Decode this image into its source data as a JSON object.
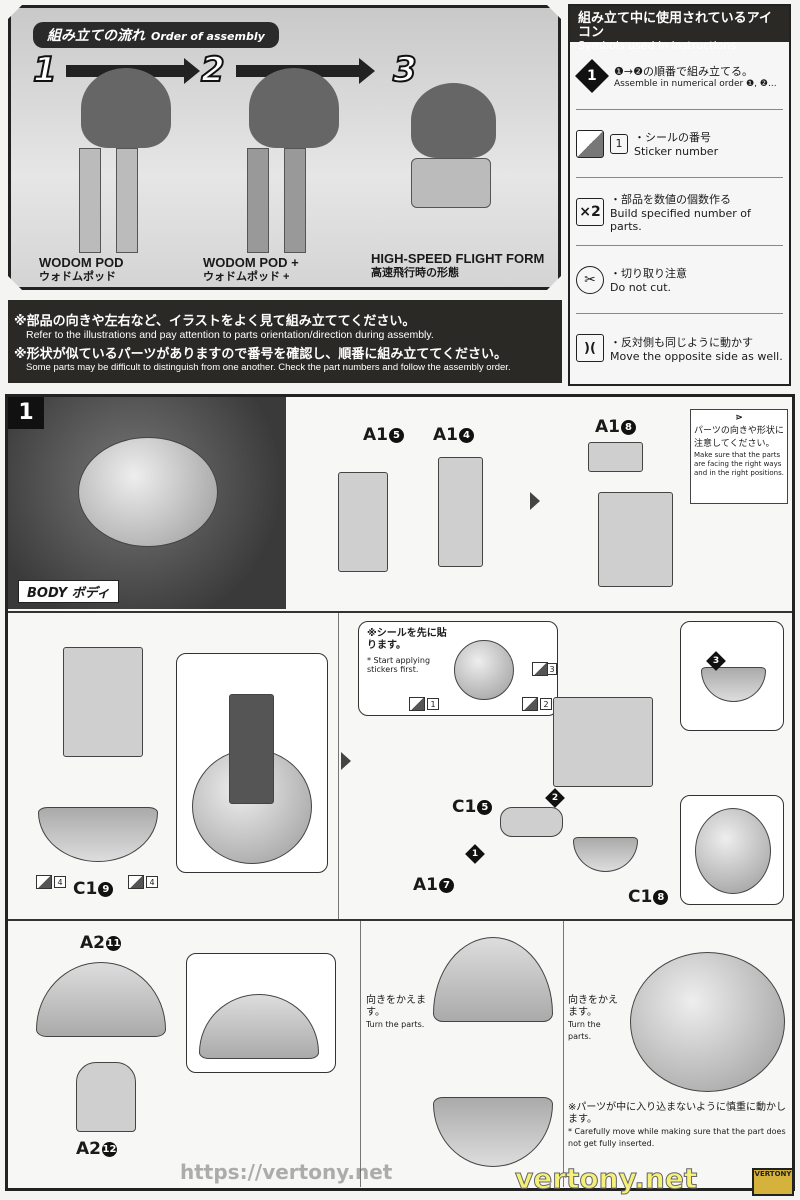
{
  "order": {
    "title_jp": "組み立ての流れ",
    "title_en": "Order of assembly",
    "steps": [
      {
        "num": "1",
        "name_en": "WODOM POD",
        "name_jp": "ウォドムポッド"
      },
      {
        "num": "2",
        "name_en": "WODOM POD +",
        "name_jp": "ウォドムポッド +"
      },
      {
        "num": "3",
        "name_en": "HIGH-SPEED FLIGHT FORM",
        "name_jp": "高速飛行時の形態"
      }
    ]
  },
  "notes": [
    {
      "jp": "※部品の向きや左右など、イラストをよく見て組み立ててください。",
      "en": "Refer to the illustrations and pay attention to parts orientation/direction during assembly."
    },
    {
      "jp": "※形状が似ているパーツがありますので番号を確認し、順番に組み立ててください。",
      "en": "Some parts may be difficult to distinguish from one another. Check the part numbers and follow the assembly order."
    }
  ],
  "symbols": {
    "title_jp": "組み立て中に使用されているアイコン",
    "title_en": "Symbols used in instructions",
    "items": [
      {
        "icon": "diamond-number-icon",
        "glyph": "1",
        "jp": "❶→❷の順番で組み立てる。",
        "en": "Assemble in numerical order ❶, ❷..."
      },
      {
        "icon": "sticker-icon",
        "glyph": "1",
        "jp": "・シールの番号",
        "en": "Sticker number"
      },
      {
        "icon": "multiply-icon",
        "glyph": "×2",
        "jp": "・部品を数値の個数作る",
        "en": "Build specified number of parts."
      },
      {
        "icon": "no-cut-icon",
        "glyph": "✂",
        "jp": "・切り取り注意",
        "en": "Do not cut."
      },
      {
        "icon": "opposite-side-icon",
        "glyph": ")(",
        "jp": "・反対側も同じように動かす",
        "en": "Move the opposite side as well."
      }
    ]
  },
  "step1": {
    "number": "1",
    "section_label": "BODY ボディ",
    "parts": {
      "a15": {
        "prefix": "A1",
        "num": "5"
      },
      "a14": {
        "prefix": "A1",
        "num": "4"
      },
      "a18": {
        "prefix": "A1",
        "num": "8"
      },
      "c19": {
        "prefix": "C1",
        "num": "9"
      },
      "c15": {
        "prefix": "C1",
        "num": "5"
      },
      "a17": {
        "prefix": "A1",
        "num": "7"
      },
      "c18": {
        "prefix": "C1",
        "num": "8"
      },
      "a211": {
        "prefix": "A2",
        "num": "11"
      },
      "a212": {
        "prefix": "A2",
        "num": "12"
      }
    },
    "orientation_note": {
      "jp": "パーツの向きや形状に注意してください。",
      "en": "Make sure that the parts are facing the right ways and in the right positions."
    },
    "sticker_note": {
      "jp": "※シールを先に貼ります。",
      "en": "* Start applying stickers first."
    },
    "stickers": [
      "1",
      "2",
      "3",
      "4",
      "4"
    ],
    "order_marks": [
      "1",
      "2",
      "3"
    ],
    "turn_note": {
      "jp": "向きをかえます。",
      "en": "Turn the parts."
    },
    "careful_note": {
      "jp": "※パーツが中に入り込まないように慎重に動かします。",
      "en": "* Carefully move while making sure that the part does not get fully inserted."
    }
  },
  "watermark": {
    "url": "https://vertony.net",
    "site": "vertony.net",
    "logo": "VERTONY"
  }
}
